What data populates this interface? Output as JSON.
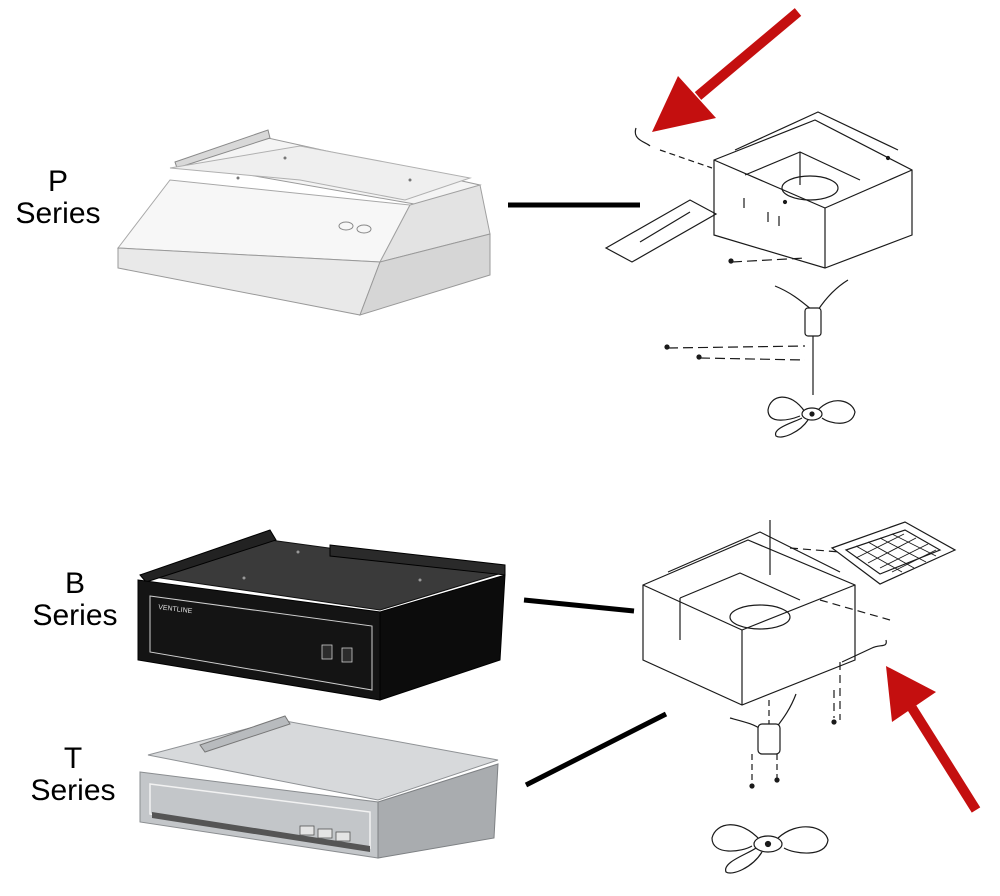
{
  "labels": {
    "p": {
      "letter": "P",
      "word": "Series"
    },
    "b": {
      "letter": "B",
      "word": "Series"
    },
    "t": {
      "letter": "T",
      "word": "Series"
    }
  },
  "brand_text": "VENTLINE",
  "colors": {
    "arrow": "#c40f0f",
    "line": "#000000",
    "drawing": "#1a1a1a",
    "p_hood": "#eeeeee",
    "b_hood": "#151515",
    "t_hood": "#c9ccce"
  }
}
